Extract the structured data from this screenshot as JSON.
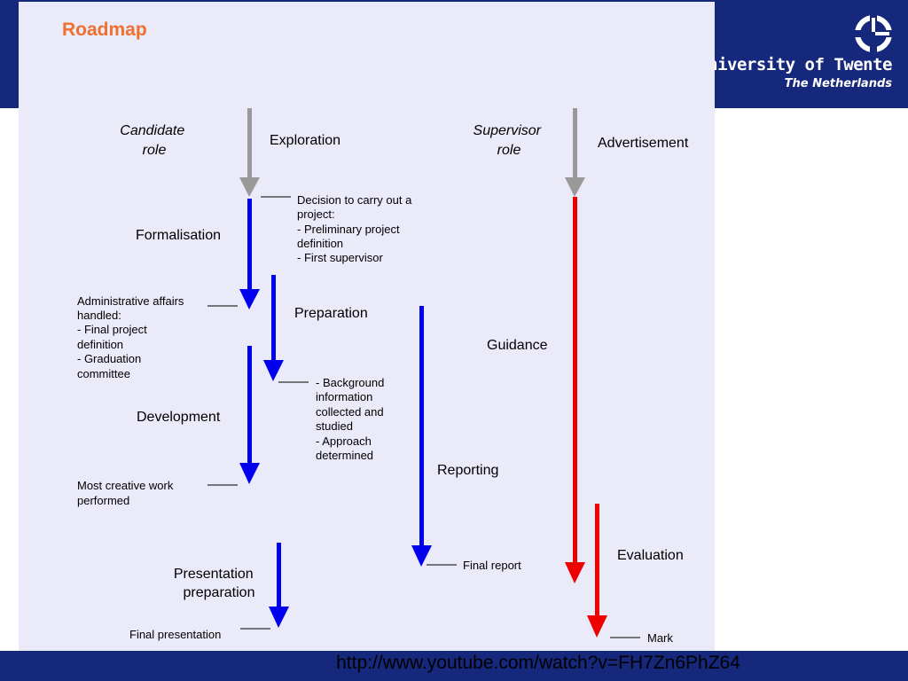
{
  "brand": {
    "name": "University of Twente",
    "country": "The Netherlands",
    "visible_name": "niversity of Twente"
  },
  "slide_title": "Roadmap",
  "roles": {
    "candidate": [
      "Candidate",
      "role"
    ],
    "supervisor": [
      "Supervisor",
      "role"
    ]
  },
  "phases": {
    "exploration": "Exploration",
    "advertisement": "Advertisement",
    "formalisation": "Formalisation",
    "preparation": "Preparation",
    "guidance": "Guidance",
    "development": "Development",
    "reporting": "Reporting",
    "evaluation": "Evaluation",
    "presentation": [
      "Presentation",
      "preparation"
    ]
  },
  "milestones": {
    "decision": [
      "Decision to carry out a",
      "project:",
      "- Preliminary project",
      "definition",
      "- First supervisor"
    ],
    "admin": [
      "Administrative affairs",
      "handled:",
      "- Final project",
      "definition",
      "- Graduation",
      "committee"
    ],
    "background": [
      "- Background",
      "information",
      "collected and",
      "studied",
      "- Approach",
      "determined"
    ],
    "creative": [
      "Most creative work",
      "performed"
    ],
    "final_report": "Final report",
    "final_presentation": "Final presentation",
    "mark": "Mark"
  },
  "colors": {
    "grey": "#999999",
    "blue": "#0000ee",
    "red": "#ee0000",
    "navy": "#16287b",
    "accent": "#f07030"
  },
  "footer_url": "http://www.youtube.com/watch?v=FH7Zn6PhZ64"
}
